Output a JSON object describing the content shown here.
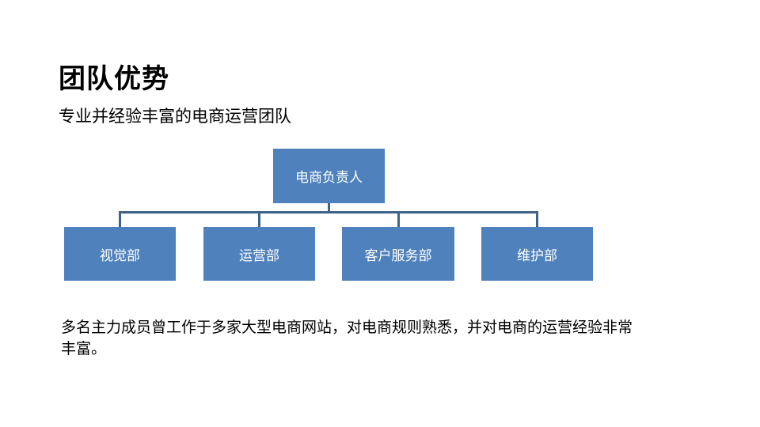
{
  "slide": {
    "title": "团队优势",
    "subtitle": "专业并经验丰富的电商运营团队",
    "description": "多名主力成员曾工作于多家大型电商网站，对电商规则熟悉，并对电商的运营经验非常丰富。"
  },
  "org_chart": {
    "root": "电商负责人",
    "children": [
      "视觉部",
      "运营部",
      "客户服务部",
      "维护部"
    ]
  },
  "colors": {
    "box_fill": "#4f81bd",
    "connector": "#3d6389",
    "box_text": "#ffffff"
  }
}
